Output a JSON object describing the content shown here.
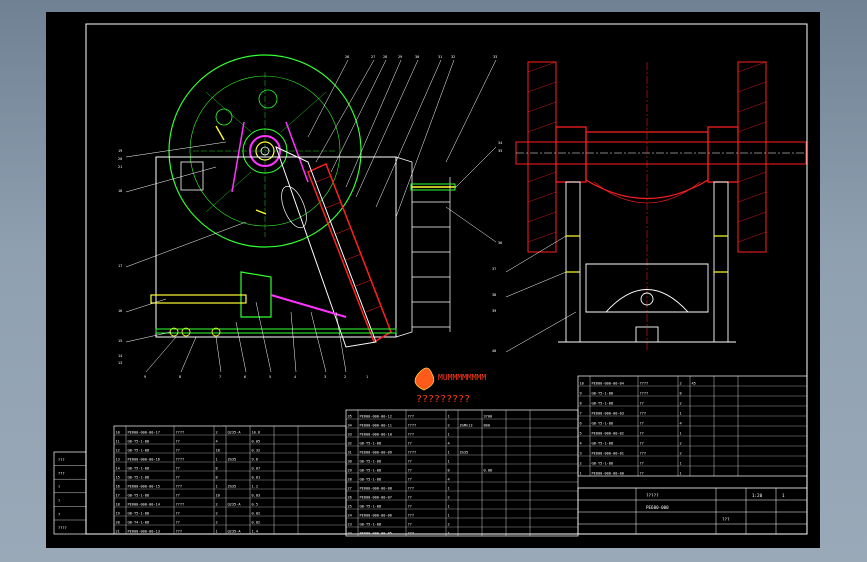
{
  "drawing": {
    "logo_text": "MUMMMMMMMM",
    "logo_caption": "?????????",
    "title_block": {
      "name_cn": "?????",
      "drawing_no": "PE600-000",
      "scale": "1:20",
      "sheet": "1",
      "material": "???"
    },
    "side_stamp": [
      "???",
      "???",
      "?",
      "?",
      "?",
      "????"
    ]
  },
  "bom_left": {
    "rows": [
      {
        "no": "10",
        "code": "PE600-000-00-17",
        "name": "????",
        "qty": "2",
        "mat": "Q235-A",
        "weight": "10.6",
        "note": ""
      },
      {
        "no": "11",
        "code": "GB-T5-1-88",
        "name": "??",
        "qty": "4",
        "mat": "",
        "weight": "0.05",
        "note": ""
      },
      {
        "no": "12",
        "code": "GB-T5-1-88",
        "name": "??",
        "qty": "18",
        "mat": "",
        "weight": "0.32",
        "note": ""
      },
      {
        "no": "13",
        "code": "PE600-000-00-16",
        "name": "????",
        "qty": "1",
        "mat": "ZG35",
        "weight": "9.6",
        "note": ""
      },
      {
        "no": "14",
        "code": "GB-T5-1-88",
        "name": "??",
        "qty": "8",
        "mat": "",
        "weight": "0.07",
        "note": ""
      },
      {
        "no": "15",
        "code": "GB-T5-1-88",
        "name": "??",
        "qty": "8",
        "mat": "",
        "weight": "0.01",
        "note": ""
      },
      {
        "no": "16",
        "code": "PE600-000-00-15",
        "name": "???",
        "qty": "1",
        "mat": "ZG35",
        "weight": "1.2",
        "note": ""
      },
      {
        "no": "17",
        "code": "GB-T5-1-88",
        "name": "??",
        "qty": "10",
        "mat": "",
        "weight": "0.03",
        "note": ""
      },
      {
        "no": "18",
        "code": "PE600-000-00-14",
        "name": "????",
        "qty": "2",
        "mat": "Q235-A",
        "weight": "0.5",
        "note": ""
      },
      {
        "no": "19",
        "code": "GB-T5-1-88",
        "name": "??",
        "qty": "2",
        "mat": "",
        "weight": "0.02",
        "note": ""
      },
      {
        "no": "20",
        "code": "GB-T4-1-88",
        "name": "??",
        "qty": "2",
        "mat": "",
        "weight": "0.02",
        "note": ""
      },
      {
        "no": "21",
        "code": "PE600-000-00-13",
        "name": "???",
        "qty": "1",
        "mat": "Q235-A",
        "weight": "1.4",
        "note": ""
      }
    ]
  },
  "bom_mid": {
    "rows": [
      {
        "no": "35",
        "code": "PE600-000-00-12",
        "name": "???",
        "qty": "1",
        "mat": "",
        "weight": "3700",
        "note": ""
      },
      {
        "no": "34",
        "code": "PE600-000-00-11",
        "name": "????",
        "qty": "2",
        "mat": "ZGMn13",
        "weight": "800",
        "note": ""
      },
      {
        "no": "33",
        "code": "PE600-000-00-10",
        "name": "???",
        "qty": "1",
        "mat": "",
        "weight": "",
        "note": ""
      },
      {
        "no": "32",
        "code": "GB-T5-1-88",
        "name": "??",
        "qty": "4",
        "mat": "",
        "weight": "",
        "note": ""
      },
      {
        "no": "31",
        "code": "PE600-000-00-09",
        "name": "????",
        "qty": "1",
        "mat": "ZG35",
        "weight": "",
        "note": ""
      },
      {
        "no": "30",
        "code": "GB-T5-1-88",
        "name": "??",
        "qty": "1",
        "mat": "",
        "weight": "",
        "note": ""
      },
      {
        "no": "29",
        "code": "GB-T5-1-88",
        "name": "??",
        "qty": "8",
        "mat": "",
        "weight": "0.08",
        "note": ""
      },
      {
        "no": "28",
        "code": "GB-T5-1-88",
        "name": "??",
        "qty": "4",
        "mat": "",
        "weight": "",
        "note": ""
      },
      {
        "no": "27",
        "code": "PE600-000-00-08",
        "name": "???",
        "qty": "1",
        "mat": "",
        "weight": "",
        "note": ""
      },
      {
        "no": "26",
        "code": "PE600-000-00-07",
        "name": "??",
        "qty": "2",
        "mat": "",
        "weight": "",
        "note": ""
      },
      {
        "no": "25",
        "code": "GB-T5-1-88",
        "name": "??",
        "qty": "1",
        "mat": "",
        "weight": "",
        "note": ""
      },
      {
        "no": "24",
        "code": "PE600-000-00-06",
        "name": "???",
        "qty": "1",
        "mat": "",
        "weight": "",
        "note": ""
      },
      {
        "no": "23",
        "code": "GB-T5-1-88",
        "name": "??",
        "qty": "2",
        "mat": "",
        "weight": "",
        "note": ""
      },
      {
        "no": "22",
        "code": "PE600-000-00-05",
        "name": "???",
        "qty": "1",
        "mat": "",
        "weight": "",
        "note": ""
      }
    ]
  },
  "bom_right": {
    "rows": [
      {
        "no": "10",
        "code": "PE600-000-00-04",
        "name": "????",
        "qty": "2",
        "mat": "45",
        "weight": ""
      },
      {
        "no": "9",
        "code": "GB-T5-1-88",
        "name": "????",
        "qty": "8",
        "mat": "",
        "weight": ""
      },
      {
        "no": "8",
        "code": "GB-T5-1-88",
        "name": "??",
        "qty": "2",
        "mat": "",
        "weight": ""
      },
      {
        "no": "7",
        "code": "PE600-000-00-03",
        "name": "???",
        "qty": "1",
        "mat": "",
        "weight": ""
      },
      {
        "no": "6",
        "code": "GB-T5-1-88",
        "name": "??",
        "qty": "4",
        "mat": "",
        "weight": ""
      },
      {
        "no": "5",
        "code": "PE600-000-00-02",
        "name": "??",
        "qty": "1",
        "mat": "",
        "weight": ""
      },
      {
        "no": "4",
        "code": "GB-T5-1-88",
        "name": "??",
        "qty": "2",
        "mat": "",
        "weight": ""
      },
      {
        "no": "3",
        "code": "PE600-000-00-01",
        "name": "???",
        "qty": "2",
        "mat": "",
        "weight": ""
      },
      {
        "no": "2",
        "code": "GB-T5-1-88",
        "name": "??",
        "qty": "1",
        "mat": "",
        "weight": ""
      },
      {
        "no": "1",
        "code": "PE600-000-00-00",
        "name": "??",
        "qty": "1",
        "mat": "",
        "weight": ""
      }
    ]
  },
  "callouts_top": [
    "26",
    "27",
    "28",
    "29",
    "30",
    "31",
    "32",
    "33"
  ],
  "callouts_left": [
    "19",
    "20",
    "21",
    "18",
    "17",
    "16",
    "15",
    "14",
    "13"
  ],
  "callouts_bottom": [
    "9",
    "8",
    "7",
    "6",
    "5",
    "4",
    "3",
    "2",
    "1"
  ],
  "callouts_right": [
    "34",
    "35",
    "36",
    "37",
    "38",
    "39",
    "40"
  ],
  "colors": {
    "background": "#000000",
    "frame": "#ffffff",
    "red": "#ff2020",
    "green": "#33ff33",
    "yellow": "#ffff33",
    "magenta": "#ff33ff"
  }
}
